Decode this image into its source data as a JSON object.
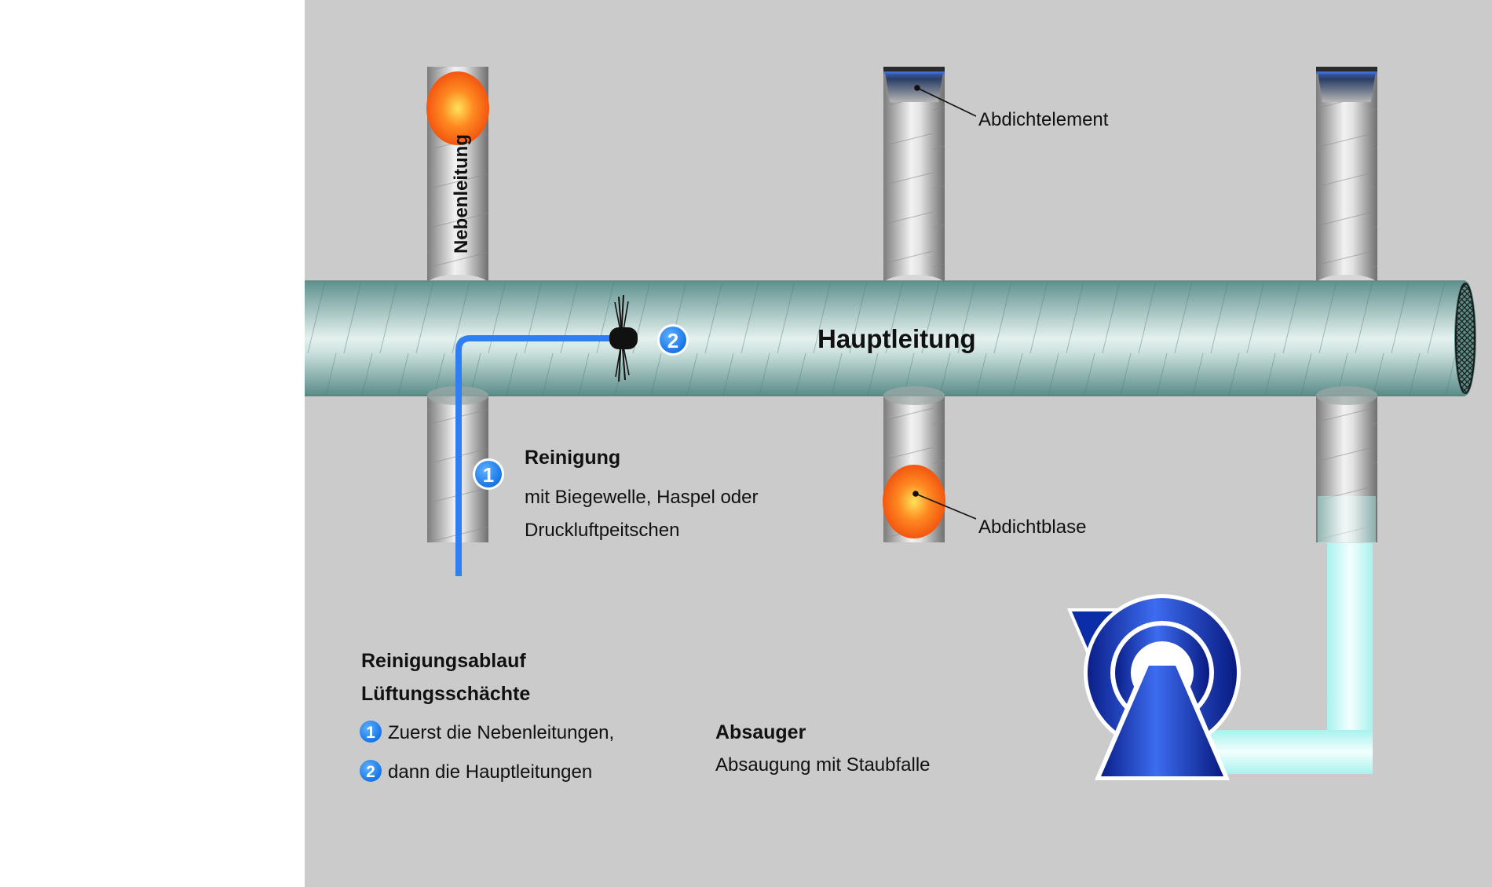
{
  "colors": {
    "background": "#cbcbcb",
    "main_pipe": "#6e9f9b",
    "branch_pipe": "#a4a4a4",
    "step_badge": "#1479ea",
    "cleaning_line": "#2f7ff2",
    "balloon": "#fa5a10",
    "exhaust_duct": "#bff6f2",
    "fan": "#0a2fb3"
  },
  "labels": {
    "main_pipe": "Hauptleitung",
    "branch_pipe": "Nebenleitung",
    "sealing_element": "Abdichtelement",
    "sealing_balloon": "Abdichtblase",
    "step_1_badge": "1",
    "step_2_badge": "2"
  },
  "cleaning": {
    "title": "Reinigung",
    "line1": "mit Biegewelle, Haspel oder",
    "line2": "Druckluftpeitschen"
  },
  "procedure": {
    "title1": "Reinigungsablauf",
    "title2": "Lüftungsschächte",
    "step1_badge": "1",
    "step1_text": "Zuerst die Nebenleitungen,",
    "step2_badge": "2",
    "step2_text": "dann die Hauptleitungen"
  },
  "suction": {
    "title": "Absauger",
    "text": "Absaugung mit Staubfalle"
  },
  "icons": {
    "fan": "centrifugal-fan-icon",
    "brush": "cleaning-brush-icon"
  }
}
